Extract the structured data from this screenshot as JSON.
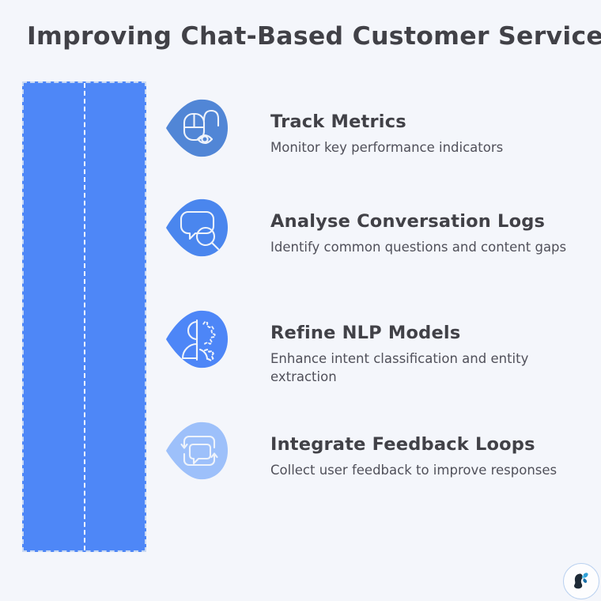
{
  "page": {
    "background_color": "#f4f6fb",
    "title": "Improving Chat-Based Customer Service",
    "title_color": "#414147"
  },
  "decor": {
    "left_band": {
      "name": "left-blue-band",
      "fill_color": "#4e87f7",
      "dash_border_color": "#c9d9f3",
      "center_divider_color": "#ffffff"
    }
  },
  "items": [
    {
      "heading": "Track Metrics",
      "description": "Monitor key performance indicators",
      "icon_name": "mouse-eye-icon",
      "icon_color": "#5186d6"
    },
    {
      "heading": "Analyse Conversation Logs",
      "description": "Identify common questions and content gaps",
      "icon_name": "chat-bubble-search-icon",
      "icon_color": "#4a86ee"
    },
    {
      "heading": "Refine NLP Models",
      "description": "Enhance intent classification and entity extraction",
      "icon_name": "head-gear-icon",
      "icon_color": "#4d86f7"
    },
    {
      "heading": "Integrate Feedback Loops",
      "description": "Collect user feedback to improve responses",
      "icon_name": "chat-loop-icon",
      "icon_color": "#9dc0fa"
    }
  ],
  "logo": {
    "name": "butterfly-woman-logo",
    "border_color": "#bcd2f0",
    "head_color": "#1e2a36",
    "butterfly_color": "#2f9fd6"
  }
}
